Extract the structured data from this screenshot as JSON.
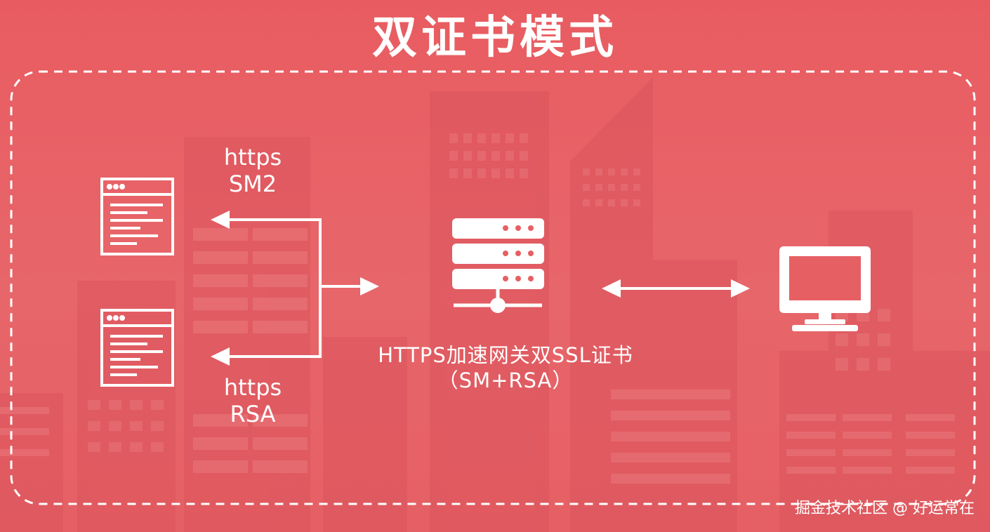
{
  "title": "双证书模式",
  "client_top": {
    "protocol": "https",
    "cert": "SM2"
  },
  "client_bottom": {
    "protocol": "https",
    "cert": "RSA"
  },
  "gateway": {
    "line1": "HTTPS加速网关双SSL证书",
    "line2": "（SM+RSA）"
  },
  "watermark": "掘金技术社区 @ 好运常在",
  "colors": {
    "background": "#e65f63",
    "foreground": "#ffffff"
  },
  "icons": [
    "browser-window-icon",
    "browser-window-icon",
    "server-icon",
    "monitor-icon"
  ]
}
